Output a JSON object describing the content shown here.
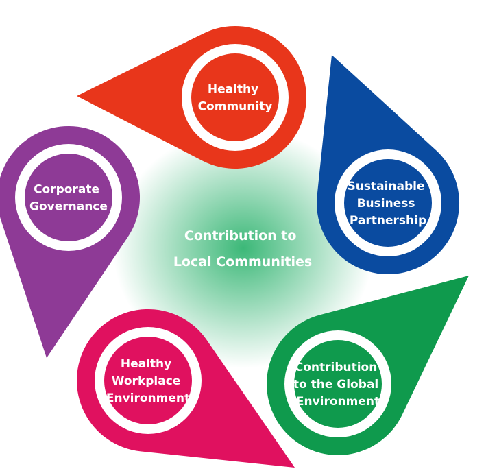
{
  "center": {
    "lines": [
      "Contribution to",
      "Local Communities"
    ],
    "glow_color": "#3cb878"
  },
  "nodes": [
    {
      "id": "healthy-community",
      "lines": [
        "Healthy",
        "Community"
      ],
      "color": "#e8361b"
    },
    {
      "id": "sustainable-business-partnership",
      "lines": [
        "Sustainable",
        "Business",
        "Partnership"
      ],
      "color": "#0a4ba0"
    },
    {
      "id": "contribution-global-environment",
      "lines": [
        "Contribution",
        "to the Global",
        "Environment"
      ],
      "color": "#0f9a4d"
    },
    {
      "id": "healthy-workplace-environment",
      "lines": [
        "Healthy",
        "Workplace",
        "Environment"
      ],
      "color": "#e0115f"
    },
    {
      "id": "corporate-governance",
      "lines": [
        "Corporate",
        "Governance"
      ],
      "color": "#8e3a96"
    }
  ]
}
